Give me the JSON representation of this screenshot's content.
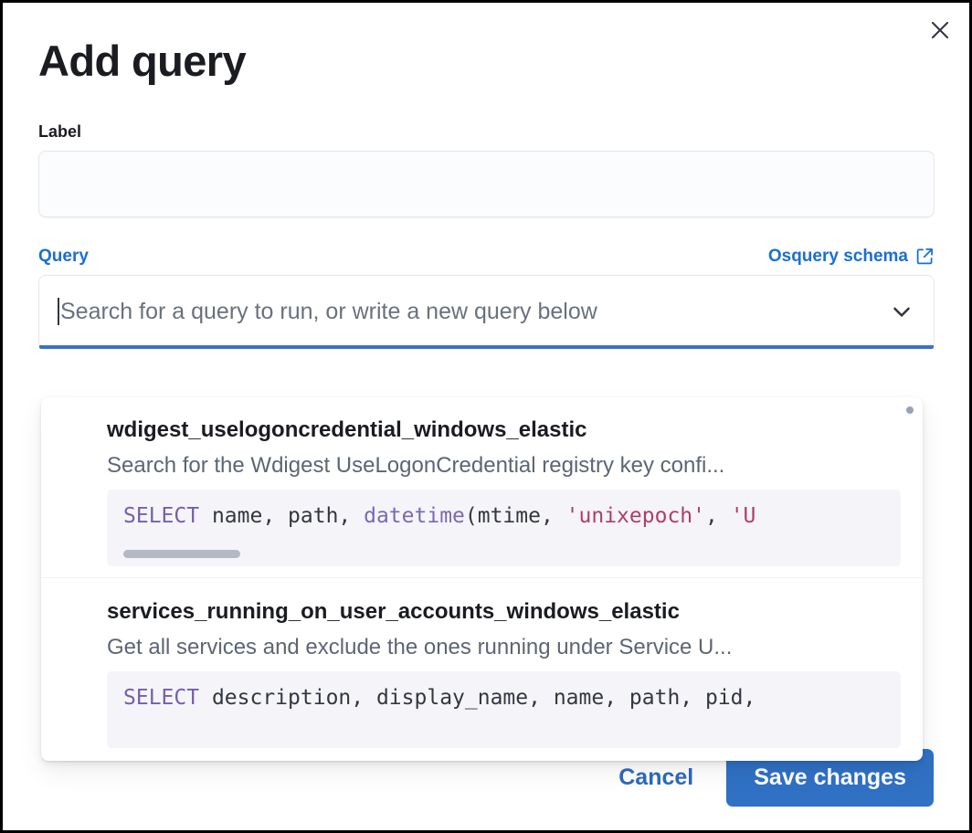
{
  "modal": {
    "title": "Add query",
    "close_icon": "close-icon"
  },
  "label_field": {
    "label": "Label",
    "value": "",
    "placeholder": ""
  },
  "query_field": {
    "label": "Query",
    "schema_link_text": "Osquery schema",
    "schema_link_icon": "external-link-icon",
    "combobox_placeholder": "Search for a query to run, or write a new query below",
    "combobox_value": "",
    "chevron_icon": "chevron-down-icon"
  },
  "dropdown": {
    "options": [
      {
        "title": "wdigest_uselogoncredential_windows_elastic",
        "description": "Search for the Wdigest UseLogonCredential registry key confi...",
        "code_tokens": [
          {
            "t": "SELECT",
            "c": "kw"
          },
          {
            "t": " name, path, ",
            "c": "punct"
          },
          {
            "t": "datetime",
            "c": "fn"
          },
          {
            "t": "(mtime, ",
            "c": "punct"
          },
          {
            "t": "'unixepoch'",
            "c": "str"
          },
          {
            "t": ", ",
            "c": "punct"
          },
          {
            "t": "'U",
            "c": "str"
          }
        ],
        "has_scrollbar": true
      },
      {
        "title": "services_running_on_user_accounts_windows_elastic",
        "description": "Get all services and exclude the ones running under Service U...",
        "code_tokens": [
          {
            "t": "SELECT",
            "c": "kw"
          },
          {
            "t": " description, display_name, name, path, pid,",
            "c": "punct"
          }
        ],
        "has_scrollbar": false
      }
    ]
  },
  "footer": {
    "cancel_label": "Cancel",
    "save_label": "Save changes"
  },
  "colors": {
    "primary_blue": "#3071c4",
    "link_blue": "#1a6fd4",
    "text_dark": "#1a1c21",
    "text_muted": "#5e6573",
    "code_bg": "#f5f5f9",
    "keyword_purple": "#765fa8",
    "string_rose": "#ad3e6b"
  }
}
